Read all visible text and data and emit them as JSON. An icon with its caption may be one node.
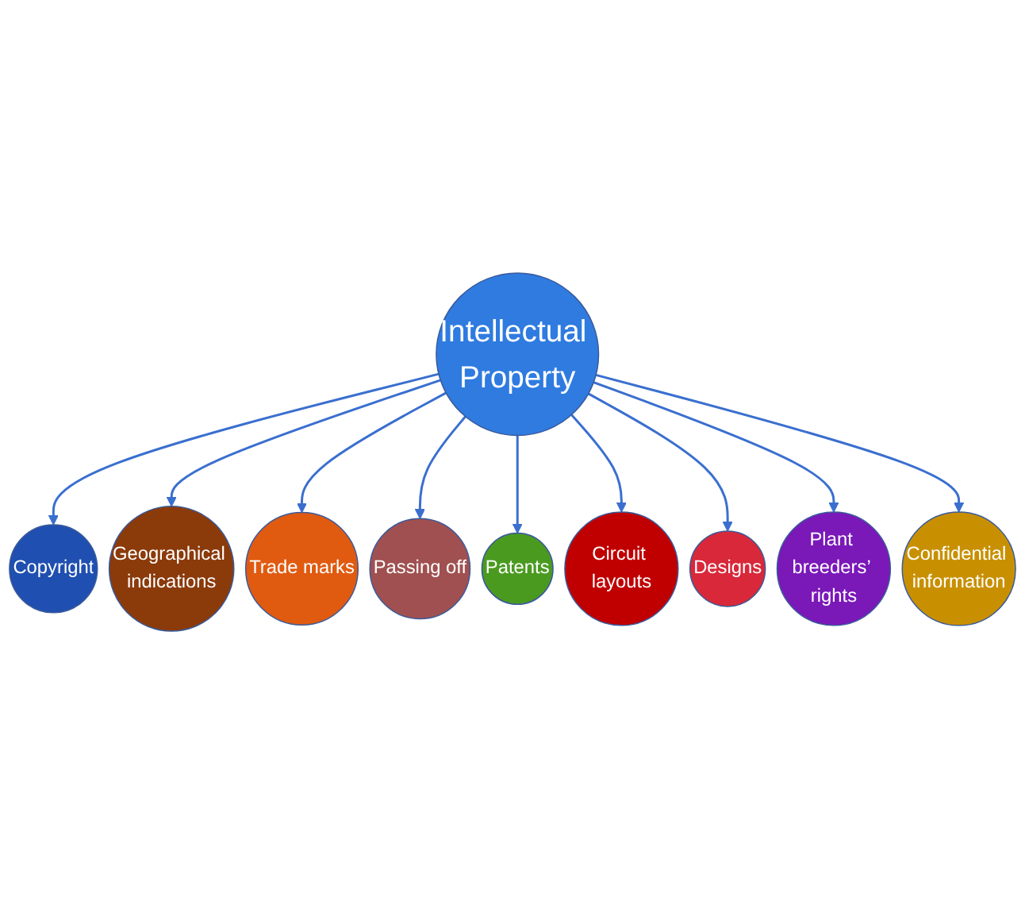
{
  "diagram": {
    "nodes": [
      {
        "text": [
          "Copyright"
        ]
      },
      {
        "text": [
          "Geographical indications"
        ]
      },
      {
        "text": [
          "Trade marks"
        ]
      },
      {
        "text": [
          "Passing off"
        ]
      },
      {
        "text": [
          "Intellectual Property"
        ]
      },
      {
        "text": [
          "Patents"
        ]
      },
      {
        "text": [
          "Circuit layouts"
        ]
      },
      {
        "text": [
          "Designs"
        ]
      },
      {
        "text": [
          "Plant breeders’ rights"
        ]
      },
      {
        "text": [
          "Confidential information"
        ]
      }
    ],
    "edges": [
      {
        "from": 4,
        "to": 0,
        "arrow": "to"
      },
      {
        "from": 4,
        "to": 1,
        "arrow": "to"
      },
      {
        "from": 4,
        "to": 2,
        "arrow": "to"
      },
      {
        "from": 4,
        "to": 3,
        "arrow": "to"
      },
      {
        "from": 4,
        "to": 5,
        "arrow": "to"
      },
      {
        "from": 4,
        "to": 6,
        "arrow": "to"
      },
      {
        "from": 4,
        "to": 7,
        "arrow": "to"
      },
      {
        "from": 4,
        "to": 8,
        "arrow": "to"
      },
      {
        "from": 4,
        "to": 9,
        "arrow": "to"
      }
    ]
  }
}
